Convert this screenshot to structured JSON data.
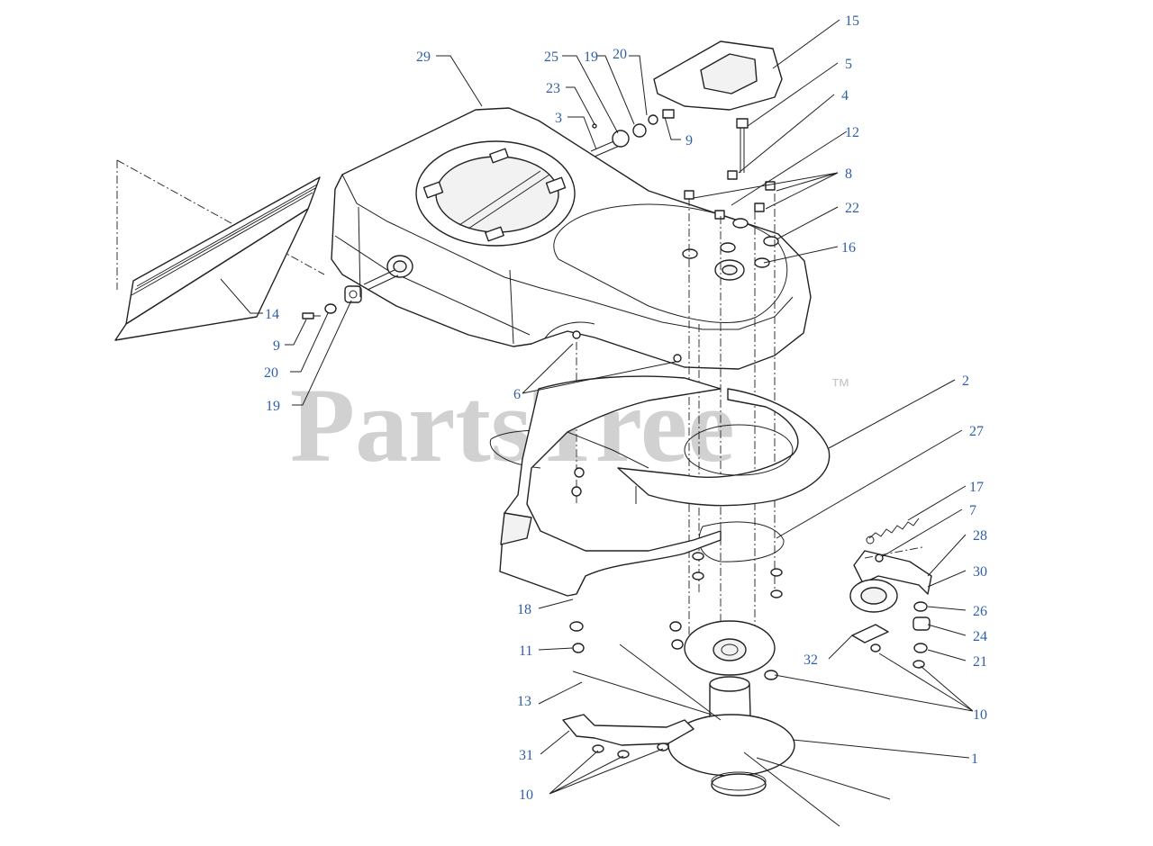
{
  "watermark": {
    "text": "PartsTree",
    "trademark": "™"
  },
  "callouts": [
    "15",
    "5",
    "4",
    "12",
    "8",
    "22",
    "16",
    "29",
    "25",
    "19",
    "20",
    "23",
    "3",
    "9",
    "14",
    "9",
    "20",
    "19",
    "6",
    "2",
    "27",
    "17",
    "7",
    "28",
    "30",
    "26",
    "24",
    "21",
    "32",
    "10",
    "18",
    "11",
    "13",
    "31",
    "10",
    "1"
  ]
}
